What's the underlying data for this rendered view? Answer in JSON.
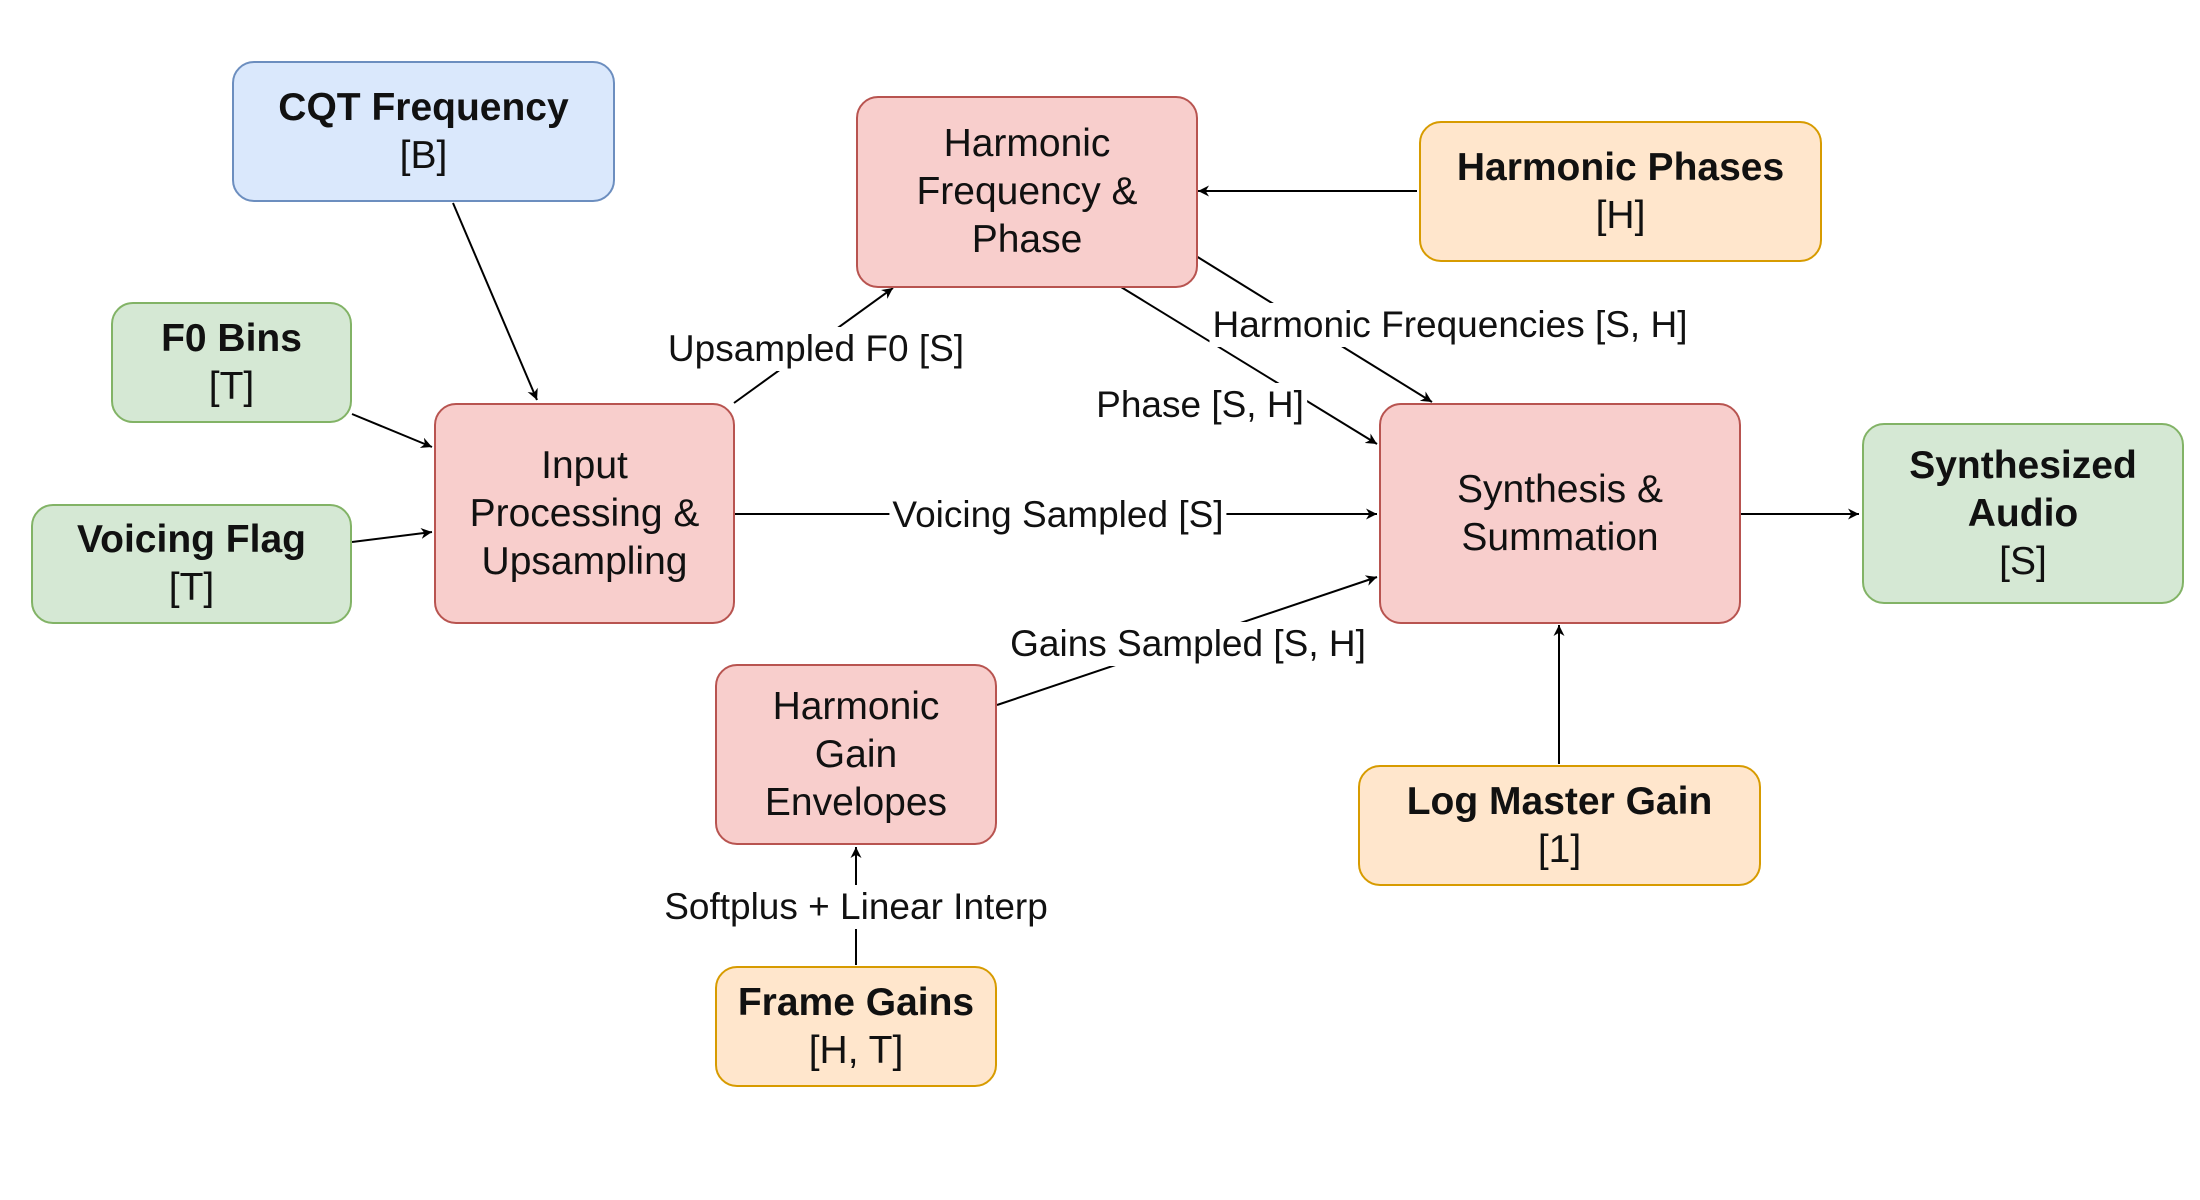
{
  "nodes": {
    "cqt_frequency": {
      "title": "CQT Frequency",
      "dim": "[B]"
    },
    "f0_bins": {
      "title": "F0 Bins",
      "dim": "[T]"
    },
    "voicing_flag": {
      "title": "Voicing Flag",
      "dim": "[T]"
    },
    "input_processing": {
      "title": "Input Processing & Upsampling"
    },
    "harmonic_freq_phase": {
      "title": "Harmonic Frequency & Phase"
    },
    "harmonic_phases": {
      "title": "Harmonic Phases",
      "dim": "[H]"
    },
    "synthesis": {
      "title": "Synthesis & Summation"
    },
    "synthesized_audio": {
      "title": "Synthesized Audio",
      "dim": "[S]"
    },
    "harmonic_gain_env": {
      "title": "Harmonic Gain Envelopes"
    },
    "log_master_gain": {
      "title": "Log Master Gain",
      "dim": "[1]"
    },
    "frame_gains": {
      "title": "Frame Gains",
      "dim": "[H, T]"
    }
  },
  "edge_labels": {
    "upsampled_f0": "Upsampled F0 [S]",
    "harmonic_frequencies": "Harmonic Frequencies [S, H]",
    "phase": "Phase [S, H]",
    "voicing_sampled": "Voicing Sampled [S]",
    "gains_sampled": "Gains Sampled [S, H]",
    "softplus": "Softplus + Linear Interp"
  },
  "colors": {
    "blue_fill": "#dae8fc",
    "blue_stroke": "#6c8ebf",
    "green_fill": "#d5e8d4",
    "green_stroke": "#82b366",
    "red_fill": "#f8cecc",
    "red_stroke": "#b85450",
    "orange_fill": "#ffe6cc",
    "orange_stroke": "#d79b00"
  }
}
